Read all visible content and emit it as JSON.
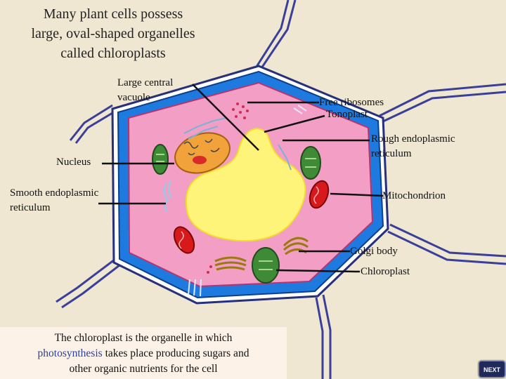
{
  "title": [
    "Many plant cells possess",
    "large, oval-shaped organelles",
    "called chloroplasts"
  ],
  "labels": {
    "vacuole": [
      "Large central",
      "vacuole"
    ],
    "free_ribosomes": "Free ribosomes",
    "tonoplast": "Tonoplast",
    "rough_er": [
      "Rough endoplasmic",
      "reticulum"
    ],
    "nucleus": "Nucleus",
    "smooth_er": [
      "Smooth endoplasmic",
      "reticulum"
    ],
    "mitochondrion": "Mitochondrion",
    "golgi": "Golgi body",
    "chloroplast": "Chloroplast"
  },
  "caption": {
    "part1": "The chloroplast is the organelle in which",
    "highlight": "photosynthesis",
    "part2": " takes place producing sugars and",
    "part3": "other organic nutrients for the cell"
  },
  "next_button": "NEXT",
  "colors": {
    "background": "#efe7d2",
    "cell_wall": "#1f7ae0",
    "cytoplasm": "#f29ec5",
    "vacuole": "#fff47a",
    "nucleus": "#f2a23a",
    "chloroplast": "#3e8a36",
    "mitochondrion": "#d7191b",
    "caption_highlight": "#2b3f9c"
  }
}
